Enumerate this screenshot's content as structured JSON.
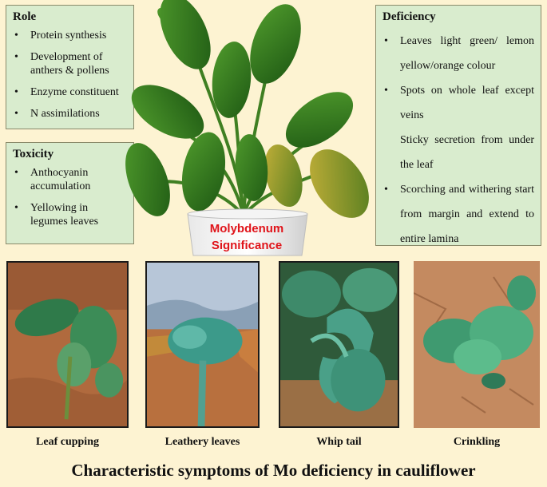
{
  "role": {
    "heading": "Role",
    "items": [
      "Protein synthesis",
      "Development of anthers & pollens",
      "Enzyme constituent",
      "N assimilations"
    ]
  },
  "toxicity": {
    "heading": "Toxicity",
    "items": [
      "Anthocyanin accumulation",
      "Yellowing in legumes leaves"
    ]
  },
  "deficiency": {
    "heading": "Deficiency",
    "items": [
      "Leaves light green/ lemon yellow/orange colour",
      "Spots on whole leaf except veins",
      "Sticky secretion from under the leaf",
      "Scorching and withering start from margin and extend to entire lamina"
    ]
  },
  "center_label": {
    "line1": "Molybdenum",
    "line2": "Significance"
  },
  "photos": [
    {
      "caption": "Leaf cupping"
    },
    {
      "caption": "Leathery leaves"
    },
    {
      "caption": "Whip tail"
    },
    {
      "caption": "Crinkling"
    }
  ],
  "title": "Characteristic symptoms of Mo deficiency in cauliflower",
  "colors": {
    "background": "#fdf3d2",
    "box_fill": "#d9ecce",
    "label_red": "#e0141a"
  }
}
